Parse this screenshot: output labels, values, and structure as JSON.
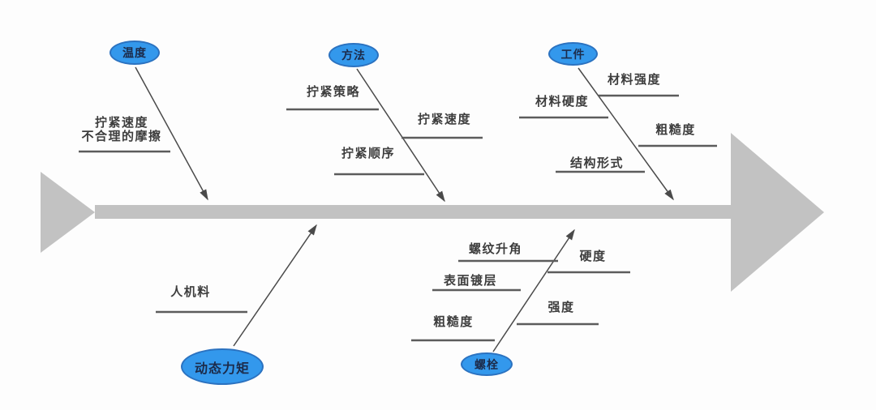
{
  "diagram": {
    "type": "fishbone",
    "categories": [
      {
        "label": "温度",
        "side": "top",
        "causes": [
          "拧紧速度\n不合理的摩擦"
        ]
      },
      {
        "label": "方法",
        "side": "top",
        "causes": [
          "拧紧策略",
          "拧紧速度",
          "拧紧顺序"
        ]
      },
      {
        "label": "工件",
        "side": "top",
        "causes": [
          "材料强度",
          "材料硬度",
          "粗糙度",
          "结构形式"
        ]
      },
      {
        "label": "动态力矩",
        "side": "bottom",
        "causes": [
          "人机料"
        ]
      },
      {
        "label": "螺栓",
        "side": "bottom",
        "causes": [
          "螺纹升角",
          "硬度",
          "表面镀层",
          "强度",
          "粗糙度"
        ]
      }
    ],
    "colors": {
      "node_fill": "#3398EC",
      "node_border": "#2B72C0",
      "node_text": "#1C2B4A",
      "spine": "#C2C2C2",
      "branch": "#4A4A4A",
      "underline": "#5C5C5C",
      "cause_text": "#3D3D3D",
      "background": "#FDFDFD"
    }
  }
}
